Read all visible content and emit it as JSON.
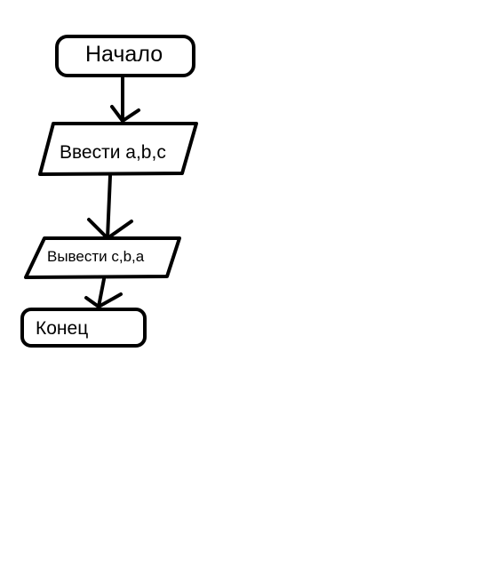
{
  "flowchart": {
    "nodes": [
      {
        "id": "start",
        "type": "terminator",
        "label": "Начало"
      },
      {
        "id": "input",
        "type": "parallelogram",
        "label": "Ввести a,b,c"
      },
      {
        "id": "output",
        "type": "parallelogram",
        "label": "Вывести c,b,a"
      },
      {
        "id": "end",
        "type": "terminator",
        "label": "Конец"
      }
    ],
    "edges": [
      {
        "from": "start",
        "to": "input"
      },
      {
        "from": "input",
        "to": "output"
      },
      {
        "from": "output",
        "to": "end"
      }
    ],
    "colors": {
      "stroke": "#000000",
      "fill": "#ffffff",
      "background": "#ffffff"
    }
  }
}
